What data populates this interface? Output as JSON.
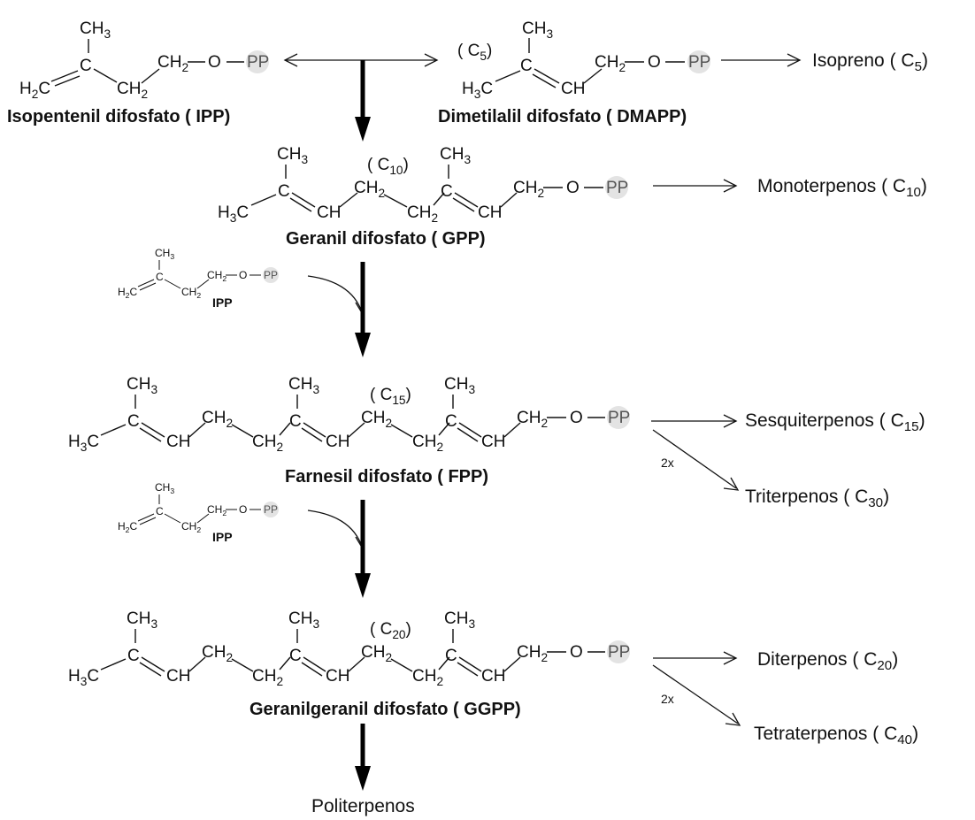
{
  "labels": {
    "ipp": "Isopentenil difosfato ( IPP)",
    "dmapp": "Dimetilalil difosfato ( DMAPP)",
    "gpp": "Geranil difosfato ( GPP)",
    "fpp": "Farnesil difosfato ( FPP)",
    "ggpp": "Geranilgeranil difosfato ( GGPP)",
    "ipp_short": "IPP",
    "politerpenos": "Politerpenos"
  },
  "products": {
    "isopreno": "Isopreno",
    "monoterpenos": "Monoterpenos",
    "sesquiterpenos": "Sesquiterpenos",
    "triterpenos": "Triterpenos",
    "diterpenos": "Diterpenos",
    "tetraterpenos": "Tetraterpenos"
  },
  "carbon_counts": {
    "c5": "5",
    "c10": "10",
    "c15": "15",
    "c20": "20",
    "c30": "30",
    "c40": "40"
  },
  "multiplier": "2x",
  "atoms": {
    "pp": "PP",
    "o": "O",
    "ch": "CH",
    "c": "C"
  }
}
